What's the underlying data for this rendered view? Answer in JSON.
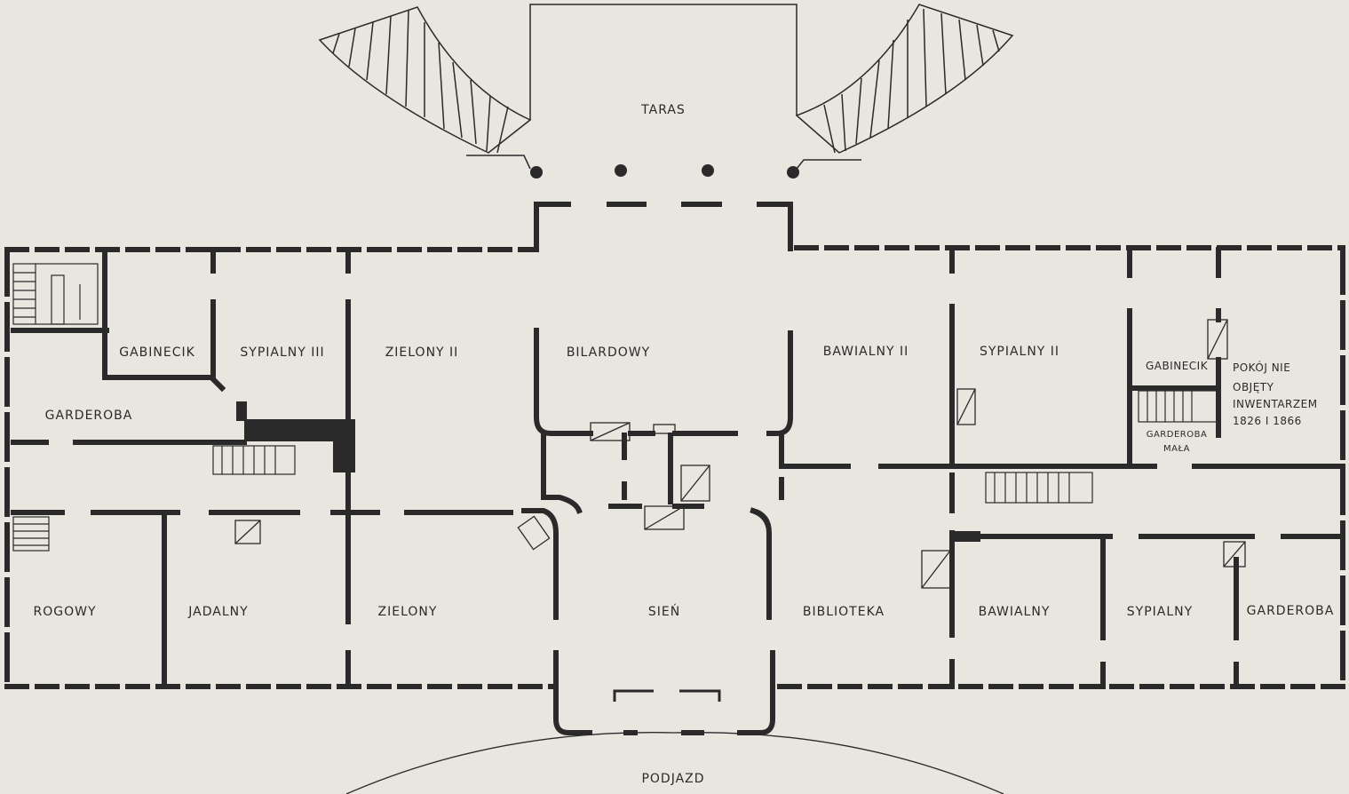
{
  "plan": {
    "terrace": "TARAS",
    "driveway": "PODJAZD",
    "rooms": {
      "gabinecik_left": "GABINECIK",
      "sypialny_iii": "SYPIALNY III",
      "zielony_ii": "ZIELONY II",
      "bilardowy": "BILARDOWY",
      "bawialny_ii": "BAWIALNY II",
      "sypialny_ii": "SYPIALNY II",
      "gabinecik_right": "GABINECIK",
      "unlisted_line1": "POKÓJ NIE",
      "unlisted_line2": "OBJĘTY",
      "unlisted_line3": "INWENTARZEM",
      "unlisted_line4": "1826 I 1866",
      "garderoba_left": "GARDEROBA",
      "garderoba_mala_line1": "GARDEROBA",
      "garderoba_mala_line2": "MAŁA",
      "rogowy": "ROGOWY",
      "jadalny": "JADALNY",
      "zielony": "ZIELONY",
      "sien": "SIEŃ",
      "biblioteka": "BIBLIOTEKA",
      "bawialny": "BAWIALNY",
      "sypialny": "SYPIALNY",
      "garderoba_right": "GARDEROBA"
    }
  }
}
